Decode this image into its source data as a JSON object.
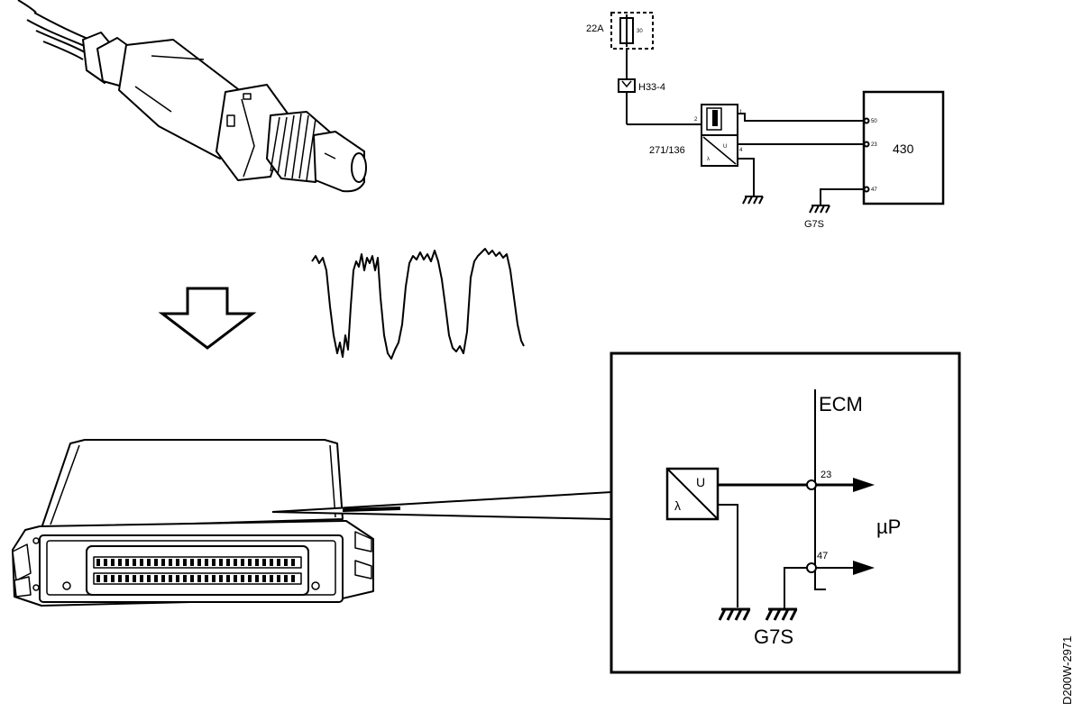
{
  "schematic_top": {
    "fuse_label": "22A",
    "fuse_pin": "30",
    "connector_label": "H33-4",
    "sensor_label": "271/136",
    "sensor_pin_left": "2",
    "sensor_pin_1": "1",
    "sensor_pin_4": "4",
    "sensor_symbol_u": "U",
    "sensor_symbol_lambda": "λ",
    "ecu_label": "430",
    "ecu_pin_a": "50",
    "ecu_pin_b": "23",
    "ecu_pin_c": "47",
    "ground_label": "G7S"
  },
  "schematic_detail": {
    "title": "ECM",
    "sensor_symbol_u": "U",
    "sensor_symbol_lambda": "λ",
    "pin_signal": "23",
    "pin_ground": "47",
    "processor_label": "µP",
    "ground_label": "G7S"
  },
  "document_id": "D200W-2971"
}
